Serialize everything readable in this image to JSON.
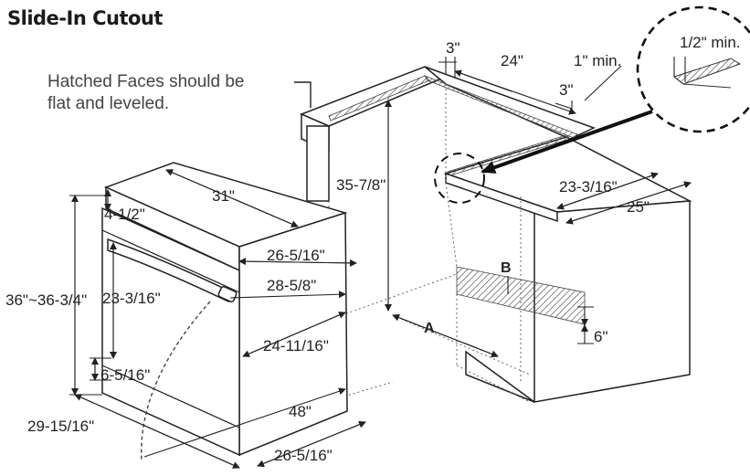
{
  "title": "Slide-In Cutout",
  "note": {
    "line1": "Hatched Faces should be",
    "line2": "flat and leveled."
  },
  "cabinet_dims": {
    "side_margin": "3\"",
    "width": "24\"",
    "min_gap": "1\" min.",
    "rear_margin": "3\"",
    "detail_min": "1/2\" min.",
    "height": "35-7/8\"",
    "cut_depth": "23-3/16\"",
    "depth": "25\"",
    "label_a": "A",
    "label_b": "B",
    "b_height": "6\""
  },
  "range_dims": {
    "top_width": "31\"",
    "backguard": "4-1/2\"",
    "side_depth": "26-5/16\"",
    "depth_door": "28-5/8\"",
    "overall_height": "36\"~36-3/4\"",
    "door_height": "23-3/16\"",
    "side_height": "24-11/16\"",
    "drawer_height": "6-5/16\"",
    "door_open": "48\"",
    "width": "29-15/16\"",
    "bottom_depth": "26-5/16\""
  }
}
